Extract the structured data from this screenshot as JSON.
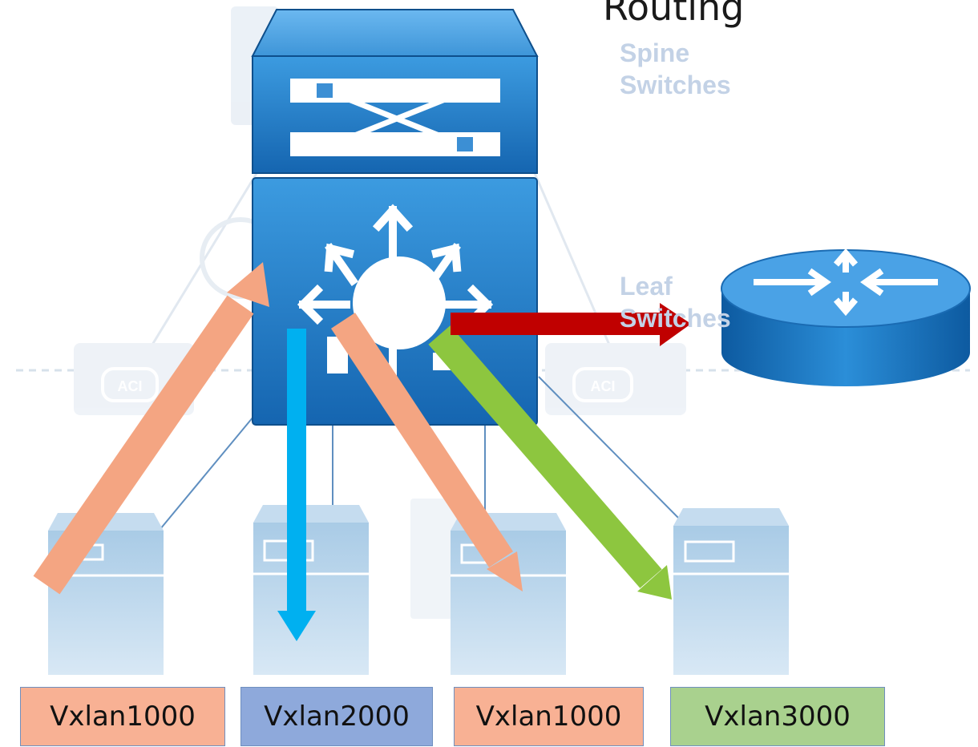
{
  "diagram": {
    "title": "Routing",
    "labels": {
      "spine": "Spine Switches",
      "leaf": "Leaf Switches",
      "aci": "ACI"
    },
    "vxlans": [
      {
        "label": "Vxlan1000",
        "color": "#f8b194"
      },
      {
        "label": "Vxlan2000",
        "color": "#8ea9db"
      },
      {
        "label": "Vxlan1000",
        "color": "#f8b194"
      },
      {
        "label": "Vxlan3000",
        "color": "#a9d18e"
      }
    ],
    "arrows": {
      "vxlan1000": "#f4a582",
      "vxlan2000": "#00b0f0",
      "vxlan3000": "#8dc63f",
      "external": "#c00000"
    }
  }
}
